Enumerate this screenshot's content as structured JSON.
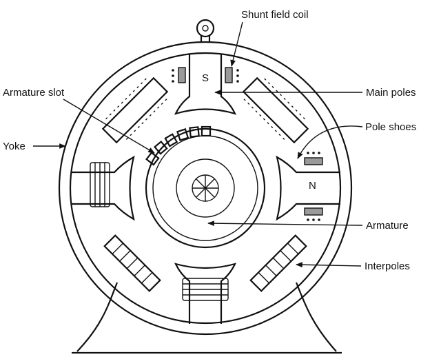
{
  "labels": {
    "shunt_field_coil": "Shunt field coil",
    "main_poles": "Main poles",
    "armature_slot": "Armature slot",
    "pole_shoes": "Pole shoes",
    "yoke": "Yoke",
    "armature": "Armature",
    "interpoles": "Interpoles"
  },
  "pole_marks": {
    "south": "S",
    "north": "N"
  }
}
